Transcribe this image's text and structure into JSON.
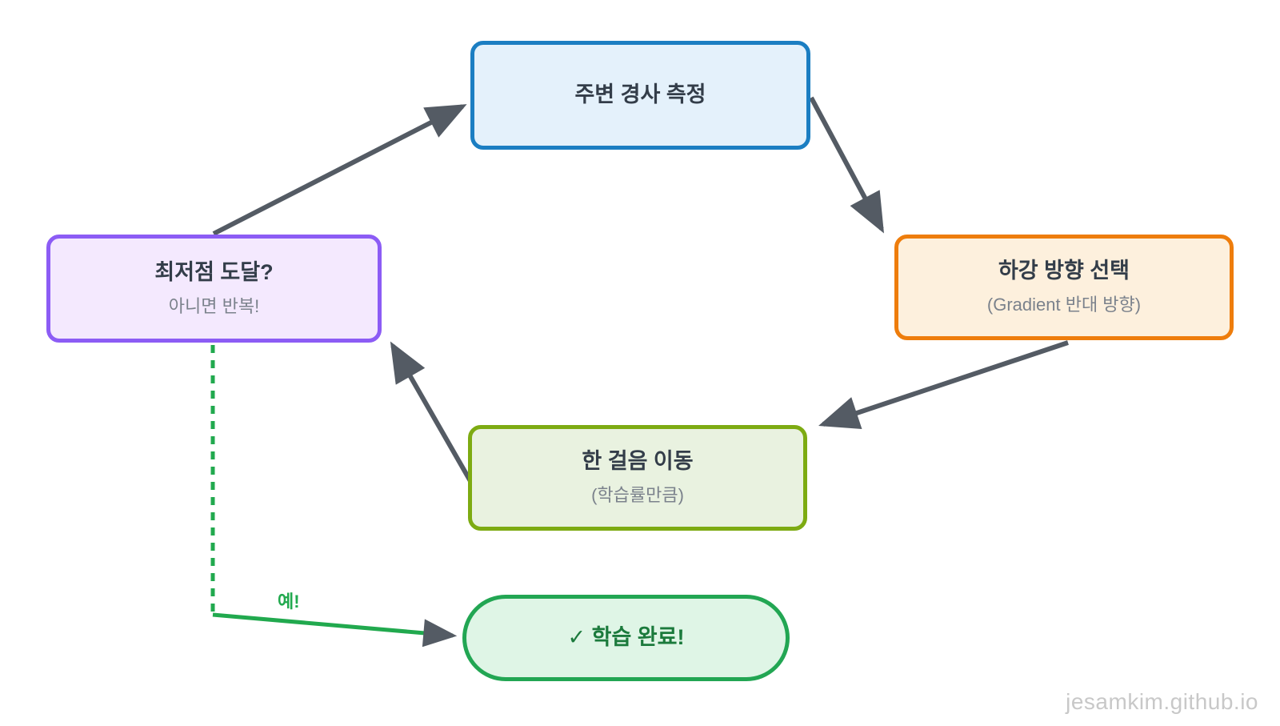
{
  "diagram": {
    "nodes": [
      {
        "id": "measure-slope",
        "title": "주변 경사 측정",
        "fill": "#e4f1fb",
        "border": "#1b7ec2"
      },
      {
        "id": "choose-direction",
        "title": "하강 방향 선택",
        "subtitle": "(Gradient 반대 방향)",
        "fill": "#fdf0dd",
        "border": "#ee7d0c"
      },
      {
        "id": "reached-minimum",
        "title": "최저점 도달?",
        "subtitle": "아니면 반복!",
        "fill": "#f4e9fe",
        "border": "#8c5cf5"
      },
      {
        "id": "step-move",
        "title": "한 걸음 이동",
        "subtitle": "(학습률만큼)",
        "fill": "#e9f2e0",
        "border": "#7dab12"
      },
      {
        "id": "training-done",
        "title": "✓ 학습 완료!",
        "fill": "#dff5e6",
        "border": "#22a653",
        "title_color": "#1b7a3c"
      }
    ],
    "edges": [
      {
        "from": "reached-minimum",
        "to": "measure-slope",
        "style": "solid"
      },
      {
        "from": "measure-slope",
        "to": "choose-direction",
        "style": "solid"
      },
      {
        "from": "choose-direction",
        "to": "step-move",
        "style": "solid"
      },
      {
        "from": "step-move",
        "to": "reached-minimum",
        "style": "solid"
      },
      {
        "from": "reached-minimum",
        "to": "training-done",
        "style": "dashed",
        "label": "예!"
      }
    ],
    "colors": {
      "edge": "#545b64",
      "yes_edge": "#21a94e",
      "title_text": "#333d49",
      "subtitle_text": "#7b828c"
    }
  },
  "watermark": "jesamkim.github.io"
}
